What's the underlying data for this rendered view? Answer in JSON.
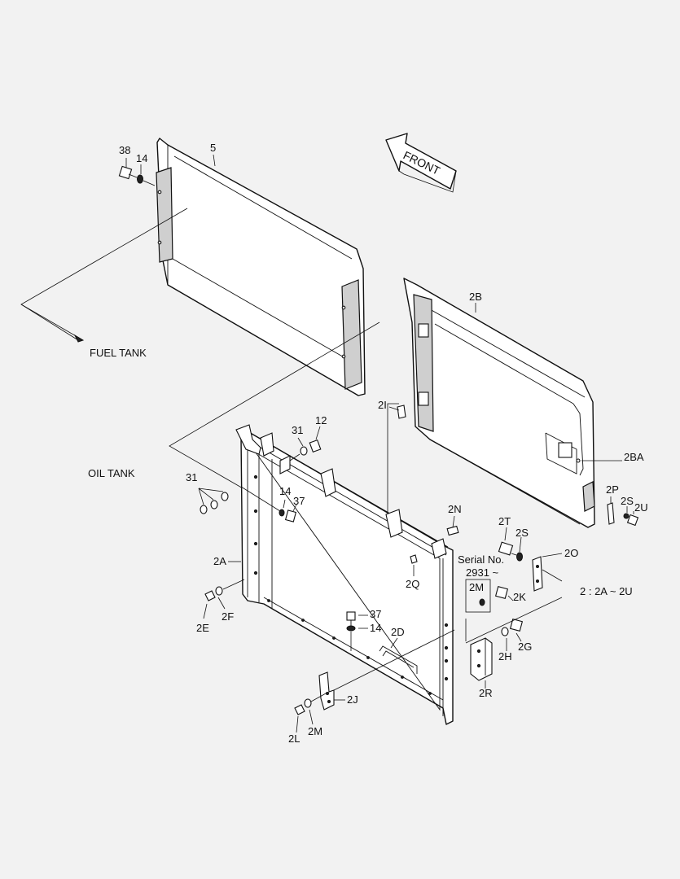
{
  "labels": {
    "p38": "38",
    "p14a": "14",
    "p5": "5",
    "front": "FRONT",
    "fuel_tank": "FUEL TANK",
    "oil_tank": "OIL TANK",
    "p2B": "2B",
    "p2I": "2I",
    "p2BA": "2BA",
    "p31a": "31",
    "p12": "12",
    "p31b": "31",
    "p14b": "14",
    "p37a": "37",
    "p2N": "2N",
    "p2T": "2T",
    "p2S": "2S",
    "p2O": "2O",
    "p2P": "2P",
    "p2S2": "2S",
    "p2U": "2U",
    "p2A": "2A",
    "p2Q": "2Q",
    "serial": "Serial No.",
    "serial_range": "2931 ~",
    "p2M_box": "2M",
    "p2K": "2K",
    "note": "2 : 2A ~ 2U",
    "p2E": "2E",
    "p2F": "2F",
    "p37b": "37",
    "p14c": "14",
    "p2D": "2D",
    "p2H": "2H",
    "p2G": "2G",
    "p2R": "2R",
    "p2J": "2J",
    "p2L": "2L",
    "p2M": "2M"
  }
}
